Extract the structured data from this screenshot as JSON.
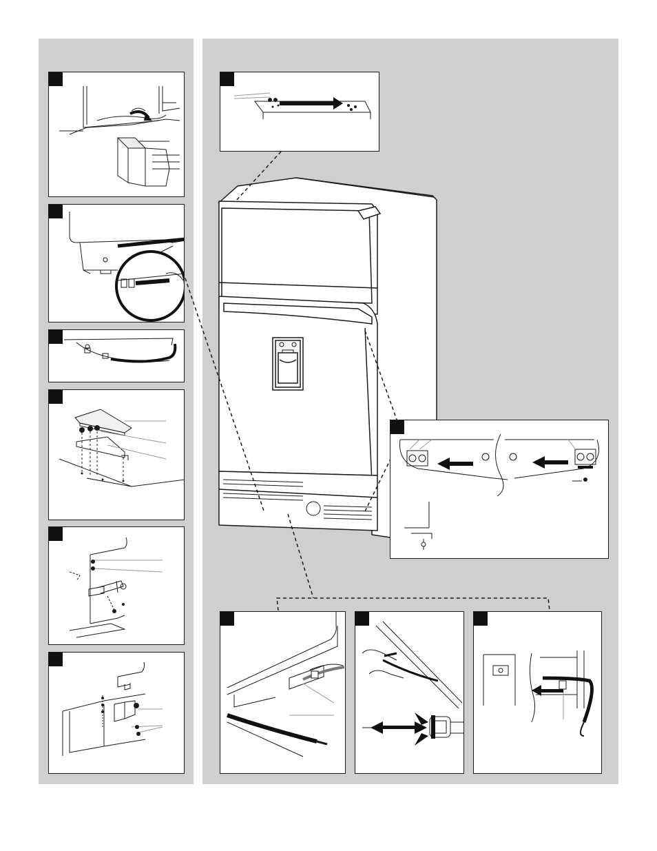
{
  "page": {
    "background": "#ffffff",
    "panel_color": "#cfcfcf",
    "line_color": "#1a1a1a",
    "badge_color": "#111111"
  },
  "left_column": {
    "steps": [
      {
        "id": "door-stop-removal",
        "icon": "hand-pressing-door-stop"
      },
      {
        "id": "water-line-disconnect",
        "icon": "water-connector-magnified"
      },
      {
        "id": "water-tube-routing",
        "icon": "water-tube-under-door"
      },
      {
        "id": "top-hinge-cover",
        "icon": "hinge-cover-and-screws"
      },
      {
        "id": "center-hinge",
        "icon": "center-hinge-screws"
      },
      {
        "id": "bottom-hinge",
        "icon": "bottom-hinge-screws"
      }
    ]
  },
  "right_column": {
    "main_illustration": "refrigerator-with-dispenser",
    "callouts": [
      {
        "id": "top-hinge-holes",
        "icon": "top-hinge-arrow-right"
      },
      {
        "id": "door-top-hinge-plugs",
        "icon": "door-hinge-plugs-arrows-left"
      },
      {
        "id": "lower-water-line",
        "icon": "water-line-behind-grille"
      },
      {
        "id": "quick-connect",
        "icon": "quick-connect-release"
      },
      {
        "id": "tube-clip",
        "icon": "water-tube-clip"
      }
    ]
  }
}
